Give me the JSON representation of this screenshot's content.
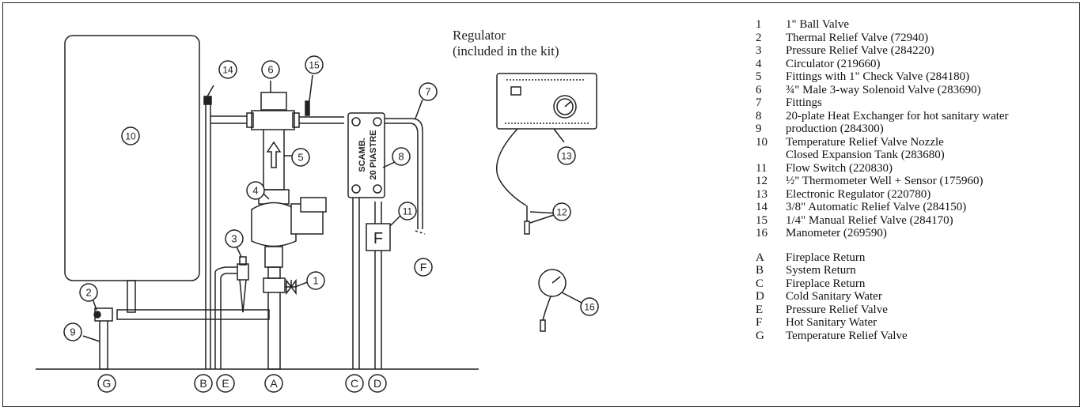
{
  "regulator_caption": [
    "Regulator",
    "(included in the kit)"
  ],
  "exchanger_label": [
    "SCAMB.",
    "20 PIASTRE"
  ],
  "flow_switch_label": "F",
  "callouts": {
    "c1": "1",
    "c2": "2",
    "c3": "3",
    "c4": "4",
    "c5": "5",
    "c6": "6",
    "c7": "7",
    "c8": "8",
    "c9": "9",
    "c10": "10",
    "c11": "11",
    "c12": "12",
    "c13": "13",
    "c14": "14",
    "c15": "15",
    "c16": "16"
  },
  "connections": {
    "G": "G",
    "B": "B",
    "E": "E",
    "A": "A",
    "C": "C",
    "D": "D",
    "F": "F"
  },
  "legend_numbered": [
    {
      "num": "1",
      "text": "1\" Ball Valve"
    },
    {
      "num": "2",
      "text": "Thermal Relief Valve (72940)"
    },
    {
      "num": "3",
      "text": "Pressure Relief Valve (284220)"
    },
    {
      "num": "4",
      "text": "Circulator (219660)"
    },
    {
      "num": "5",
      "text": "Fittings with 1\" Check Valve (284180)"
    },
    {
      "num": "6",
      "text": "¾\" Male 3-way Solenoid Valve (283690)"
    },
    {
      "num": "7",
      "text": "Fittings"
    },
    {
      "num": "8",
      "text": "20-plate Heat Exchanger for hot sanitary water"
    },
    {
      "num": "9",
      "text": "production (284300)"
    },
    {
      "num": "10",
      "text": "Temperature Relief Valve Nozzle\nClosed Expansion Tank (283680)"
    },
    {
      "num": "11",
      "text": "Flow Switch (220830)"
    },
    {
      "num": "12",
      "text": "½\" Thermometer Well + Sensor (175960)"
    },
    {
      "num": "13",
      "text": "Electronic Regulator (220780)"
    },
    {
      "num": "14",
      "text": "3/8\" Automatic Relief Valve (284150)"
    },
    {
      "num": "15",
      "text": "1/4\" Manual Relief Valve (284170)"
    },
    {
      "num": "16",
      "text": "Manometer (269590)"
    }
  ],
  "legend_lettered": [
    {
      "letter": "A",
      "text": "Fireplace Return"
    },
    {
      "letter": "B",
      "text": "System Return"
    },
    {
      "letter": "C",
      "text": "Fireplace Return"
    },
    {
      "letter": "D",
      "text": "Cold Sanitary Water"
    },
    {
      "letter": "E",
      "text": "Pressure Relief Valve"
    },
    {
      "letter": "F",
      "text": "Hot Sanitary Water"
    },
    {
      "letter": "G",
      "text": "Temperature Relief Valve"
    }
  ]
}
